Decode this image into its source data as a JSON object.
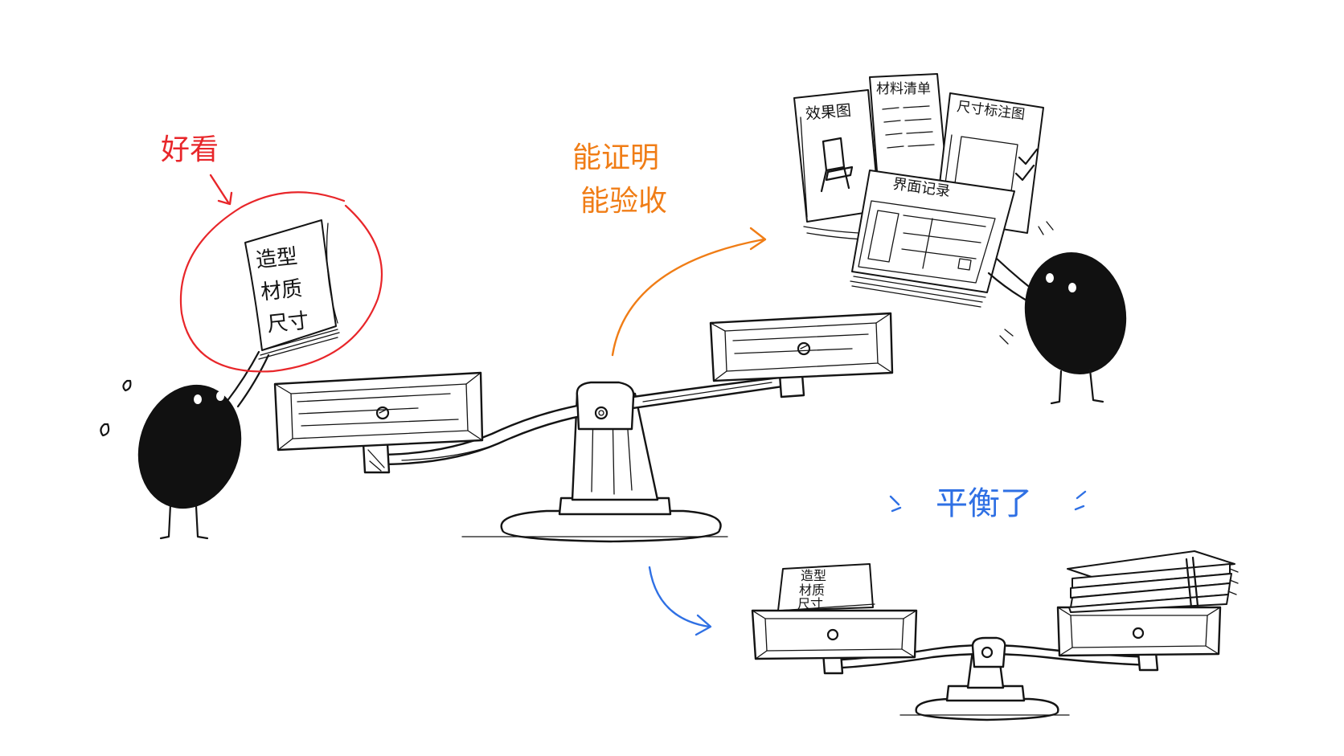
{
  "annotations": {
    "looks_good": "好看",
    "can_prove_line1": "能证明",
    "can_prove_line2": "能验收",
    "balanced": "平衡了"
  },
  "left_paper": {
    "line1": "造型",
    "line2": "材质",
    "line3": "尺寸"
  },
  "doc_stack": {
    "effect": "效果图",
    "materials": "材料清单",
    "dimensions": "尺寸标注图",
    "interface": "界面记录"
  },
  "colors": {
    "red": "#e8262a",
    "orange": "#f07d16",
    "blue": "#2f70e4",
    "ink": "#141414"
  }
}
